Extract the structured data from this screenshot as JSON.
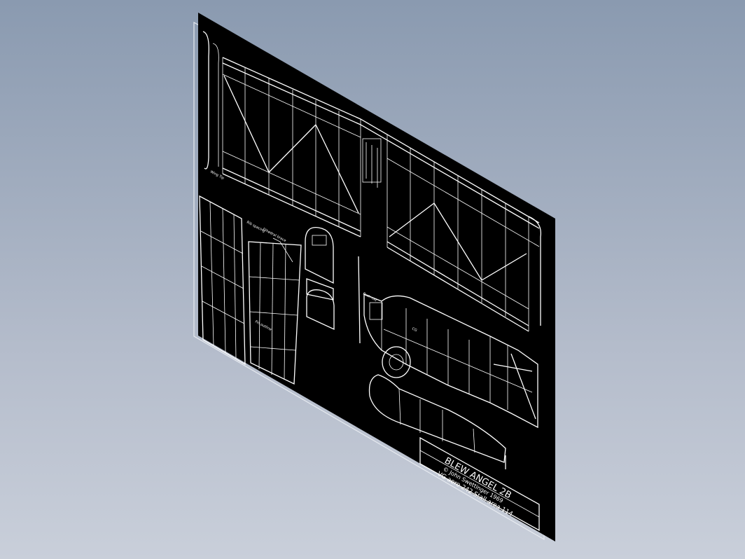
{
  "colors": {
    "sheet": "#000000",
    "linework": "#ffffff",
    "background_top": "#8a9ab0",
    "background_bottom": "#c9cfda"
  },
  "title_block": {
    "title": "BLEW ANGEL 2B",
    "credit": "© John Swettinger 1969",
    "details": "VG aero 242  Stall area  114"
  },
  "notes": {
    "tip": "Wing Tip",
    "rib_spacing": "Rib spacing",
    "dihedral_brace": "Dihedral brace",
    "tail_outline": "Fin outline",
    "cg": "CG",
    "pushrod": "Push rod"
  }
}
